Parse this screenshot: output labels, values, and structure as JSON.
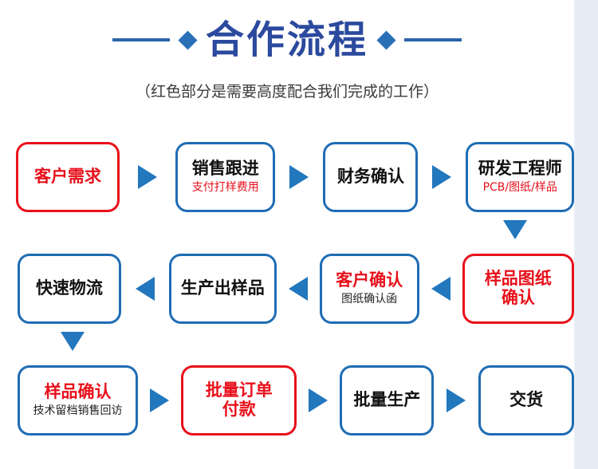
{
  "header": {
    "title": "合作流程",
    "subtitle": "（红色部分是需要高度配合我们完成的工作）",
    "left_diamond": "diamond-icon",
    "right_diamond": "diamond-icon"
  },
  "colors": {
    "accent_blue": "#1f6cb4",
    "arrow_blue": "#2277bd",
    "title_blue": "#2b4a9e",
    "highlight_red": "#e8101b",
    "page_background": "#ffffff",
    "edge_strip": "#e8ecf4"
  },
  "flow": {
    "rows": [
      {
        "id": "row-1",
        "direction": "left-to-right",
        "nodes": [
          {
            "title": "客户需求",
            "subtitle": "",
            "border": "red",
            "title_color": "red"
          },
          {
            "title": "销售跟进",
            "subtitle": "支付打样费用",
            "border": "blue",
            "title_color": "black",
            "subtitle_color": "red"
          },
          {
            "title": "财务确认",
            "subtitle": "",
            "border": "blue",
            "title_color": "black"
          },
          {
            "title": "研发工程师",
            "subtitle": "PCB/图纸/样品",
            "border": "blue",
            "title_color": "black",
            "subtitle_color": "red"
          }
        ]
      },
      {
        "id": "row-2",
        "direction": "right-to-left",
        "nodes": [
          {
            "title": "快速物流",
            "subtitle": "",
            "border": "blue",
            "title_color": "black"
          },
          {
            "title": "生产出样品",
            "subtitle": "",
            "border": "blue",
            "title_color": "black"
          },
          {
            "title": "客户确认",
            "subtitle": "图纸确认函",
            "border": "blue",
            "title_color": "red",
            "subtitle_color": "black"
          },
          {
            "title": "样品图纸\n确认",
            "subtitle": "",
            "border": "red",
            "title_color": "red"
          }
        ]
      },
      {
        "id": "row-3",
        "direction": "left-to-right",
        "nodes": [
          {
            "title": "样品确认",
            "subtitle": "技术留档销售回访",
            "border": "blue",
            "title_color": "red",
            "subtitle_color": "black"
          },
          {
            "title": "批量订单\n付款",
            "subtitle": "",
            "border": "red",
            "title_color": "red"
          },
          {
            "title": "批量生产",
            "subtitle": "",
            "border": "blue",
            "title_color": "black"
          },
          {
            "title": "交货",
            "subtitle": "",
            "border": "blue",
            "title_color": "black"
          }
        ]
      }
    ],
    "connectors": {
      "row1_to_row2": "arrow-down-icon",
      "row2_to_row3": "arrow-down-icon",
      "row1_arrows": [
        "arrow-right-icon",
        "arrow-right-icon",
        "arrow-right-icon"
      ],
      "row2_arrows": [
        "arrow-left-icon",
        "arrow-left-icon",
        "arrow-left-icon"
      ],
      "row3_arrows": [
        "arrow-right-icon",
        "arrow-right-icon",
        "arrow-right-icon"
      ]
    }
  }
}
